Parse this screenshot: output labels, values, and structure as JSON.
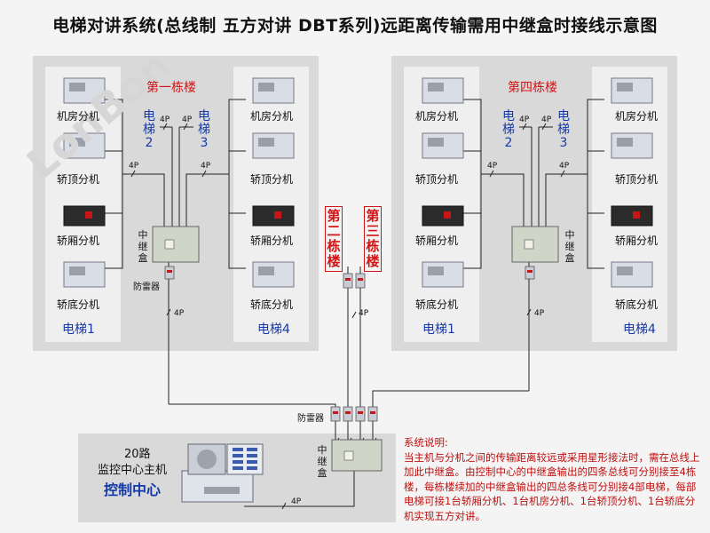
{
  "title": "电梯对讲系统(总线制 五方对讲 DBT系列)远距离传输需用中继盒时接线示意图",
  "watermark": "LonBon",
  "colors": {
    "red": "#d21414",
    "blue": "#1538a8",
    "panel": "#d9d9d9",
    "inner": "#efefef"
  },
  "buildings": [
    {
      "name": "第一栋楼",
      "left_units": [
        "机房分机",
        "轿顶分机",
        "轿厢分机",
        "轿底分机"
      ],
      "right_units": [
        "机房分机",
        "轿顶分机",
        "轿厢分机",
        "轿底分机"
      ],
      "left_elevator": "电梯1",
      "right_elevator": "电梯4",
      "mid_elevators": [
        "电梯2",
        "电梯3"
      ]
    },
    {
      "name": "第四栋楼",
      "left_units": [
        "机房分机",
        "轿顶分机",
        "轿厢分机",
        "轿底分机"
      ],
      "right_units": [
        "机房分机",
        "轿顶分机",
        "轿厢分机",
        "轿底分机"
      ],
      "left_elevator": "电梯1",
      "right_elevator": "电梯4",
      "mid_elevators": [
        "电梯2",
        "电梯3"
      ]
    }
  ],
  "mid_buildings": [
    "第二栋楼",
    "第三栋楼"
  ],
  "relay_box": "中继盒",
  "arrester": "防雷器",
  "wire": "4P",
  "control": {
    "count": "20路",
    "host": "监控中心主机",
    "center": "控制中心"
  },
  "notes": {
    "heading": "系统说明:",
    "body": "当主机与分机之间的传输距离较远或采用星形接法时，需在总线上加此中继盒。由控制中心的中继盒输出的四条总线可分别接至4栋楼，每栋楼续加的中继盒输出的四总条线可分别接4部电梯，每部电梯可接1台轿厢分机、1台机房分机、1台轿顶分机、1台轿底分机实现五方对讲。"
  }
}
